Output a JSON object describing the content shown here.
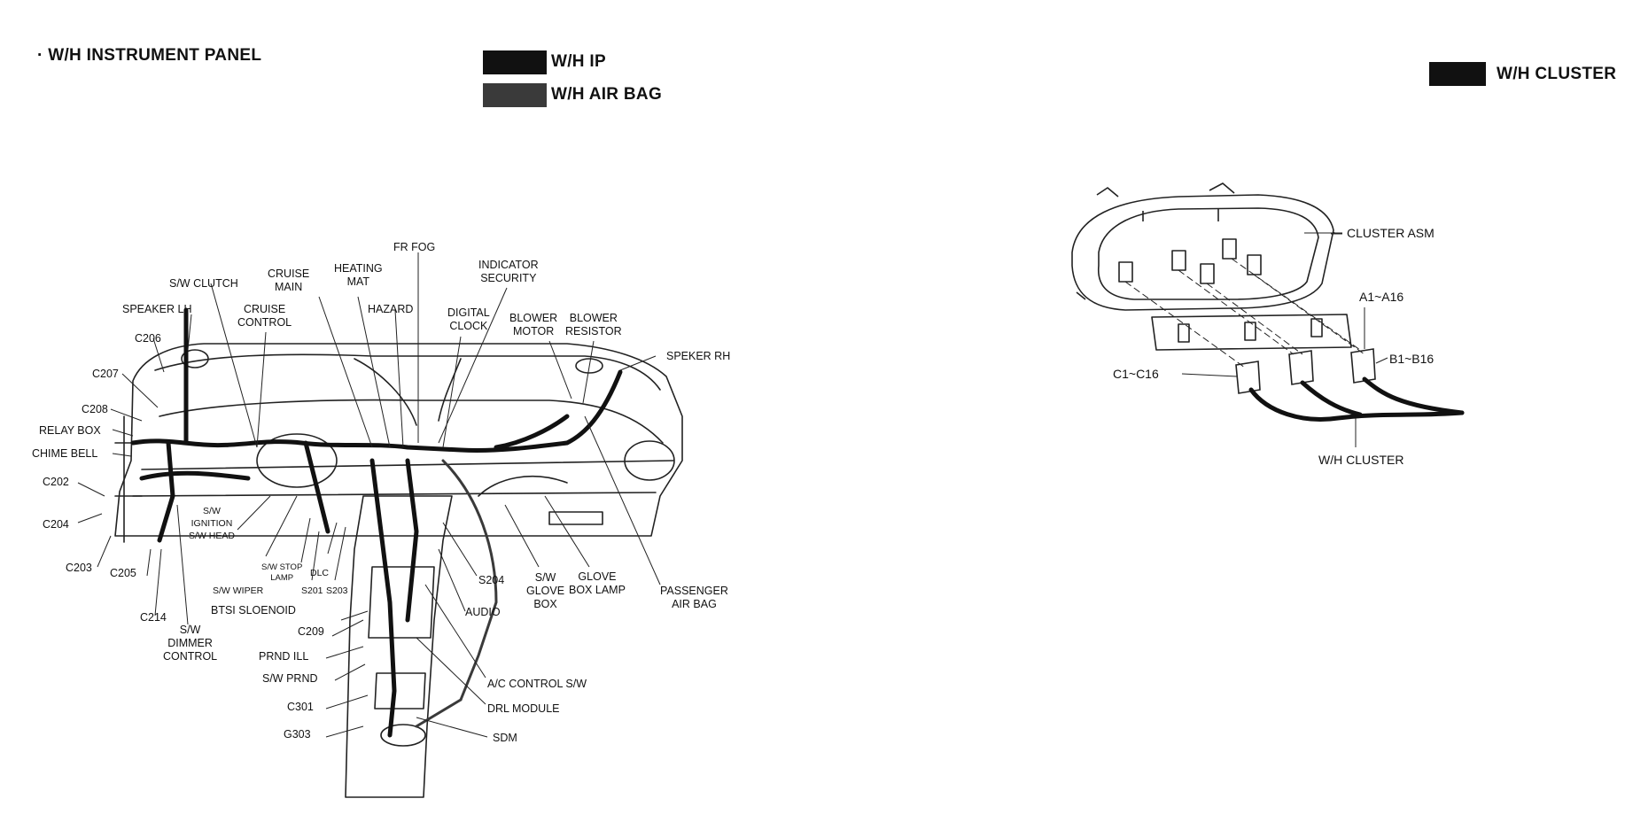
{
  "headings": {
    "instrument_panel": "· W/H INSTRUMENT PANEL",
    "legend_ip": "W/H IP",
    "legend_airbag": "W/H AIR BAG",
    "legend_cluster": "W/H CLUSTER"
  },
  "legend_colors": {
    "ip": "#111111",
    "airbag": "#3a3a3a",
    "cluster": "#111111"
  },
  "ip_labels": {
    "fr_fog": "FR FOG",
    "indicator_security": "INDICATOR\nSECURITY",
    "heating_mat": "HEATING\nMAT",
    "cruise_main": "CRUISE\nMAIN",
    "sw_clutch": "S/W CLUTCH",
    "speaker_lh": "SPEAKER LH",
    "cruise_control": "CRUISE\nCONTROL",
    "hazard": "HAZARD",
    "digital_clock": "DIGITAL\nCLOCK",
    "blower_motor": "BLOWER\nMOTOR",
    "blower_resistor": "BLOWER\nRESISTOR",
    "speker_rh": "SPEKER RH",
    "c206": "C206",
    "c207": "C207",
    "c208": "C208",
    "relay_box": "RELAY BOX",
    "chime_bell": "CHIME BELL",
    "c202": "C202",
    "c204": "C204",
    "c203": "C203",
    "c205": "C205",
    "c214": "C214",
    "sw_dimmer_control": "S/W\nDIMMER\nCONTROL",
    "sw_ignition_head": "S/W\nIGNITION\nS/W HEAD",
    "sw_wiper": "S/W WIPER",
    "sw_stop_lamp": "S/W STOP\nLAMP",
    "s201": "S201",
    "dlc": "DLC",
    "s203": "S203",
    "btsi_solenoid": "BTSI SLOENOID",
    "c209": "C209",
    "prnd_ill": "PRND ILL",
    "sw_prnd": "S/W PRND",
    "c301": "C301",
    "g303": "G303",
    "s204": "S204",
    "audio": "AUDIO",
    "sw_glove_box": "S/W\nGLOVE\nBOX",
    "glove_box_lamp": "GLOVE\nBOX LAMP",
    "passenger_air_bag": "PASSENGER\nAIR BAG",
    "ac_control_sw": "A/C CONTROL S/W",
    "drl_module": "DRL MODULE",
    "sdm": "SDM"
  },
  "cluster_labels": {
    "cluster_asm": "CLUSTER ASM",
    "a1_a16": "A1~A16",
    "b1_b16": "B1~B16",
    "c1_c16": "C1~C16",
    "wh_cluster": "W/H CLUSTER"
  }
}
